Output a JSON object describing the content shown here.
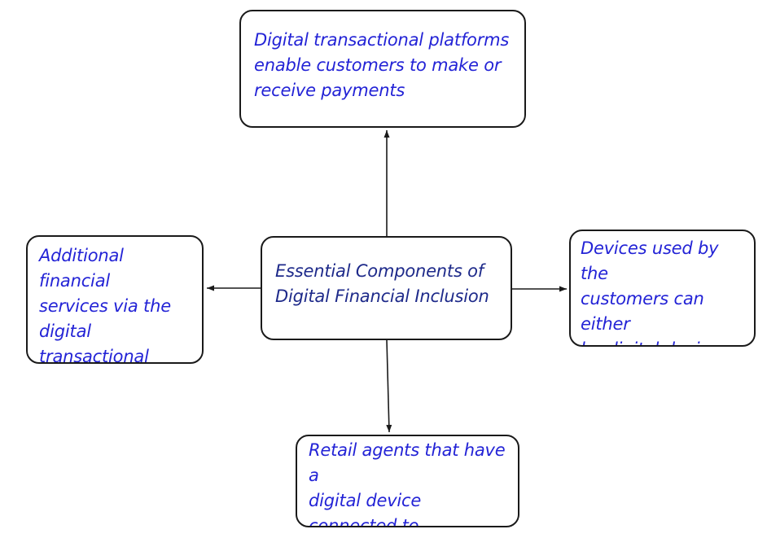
{
  "diagram": {
    "colors": {
      "text_primary": "#2323d6",
      "text_center": "#1e2a8a",
      "outline": "#1a1a1a",
      "background": "#ffffff"
    },
    "center": {
      "label": "Essential Components of\nDigital Financial Inclusion"
    },
    "components": {
      "top": {
        "label": "Digital transactional platforms\nenable customers to make or\nreceive payments"
      },
      "left": {
        "label": "Additional financial\nservices via the\ndigital transactional\nplatform"
      },
      "right": {
        "label": "Devices used by the\ncustomers can either\nbe digital devices eg.\nmobile phones"
      },
      "bottom": {
        "label": "Retail agents that have a\ndigital device connected to\ncommunications"
      }
    },
    "connectors": [
      {
        "from": "center",
        "to": "top"
      },
      {
        "from": "center",
        "to": "left"
      },
      {
        "from": "center",
        "to": "right"
      },
      {
        "from": "center",
        "to": "bottom"
      }
    ]
  }
}
